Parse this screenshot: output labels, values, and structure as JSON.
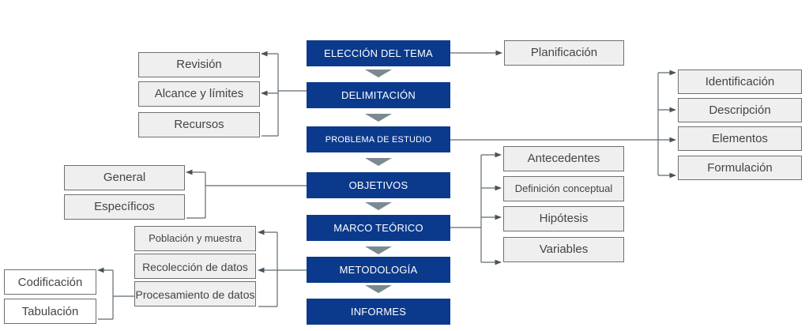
{
  "title": "Proceso de investigación",
  "colors": {
    "main_box": "#0b3a8c",
    "side_box": "#efefef",
    "connector": "#5f6b72",
    "arrow_chevron": "#7a8a92"
  },
  "main_steps": [
    "ELECCIÓN DEL TEMA",
    "DELIMITACIÓN",
    "PROBLEMA DE ESTUDIO",
    "OBJETIVOS",
    "MARCO TEÓRICO",
    "METODOLOGÍA",
    "INFORMES"
  ],
  "eleccion": {
    "right": "Planificación"
  },
  "delimitacion": {
    "left": [
      "Revisión",
      "Alcance y límites",
      "Recursos"
    ]
  },
  "problema": {
    "right": [
      "Identificación",
      "Descripción",
      "Elementos",
      "Formulación"
    ]
  },
  "objetivos": {
    "left": [
      "General",
      "Específicos"
    ]
  },
  "marco": {
    "right": [
      "Antecedentes",
      "Definición conceptual",
      "Hipótesis",
      "Variables"
    ]
  },
  "metodologia": {
    "left": [
      "Población y muestra",
      "Recolección de datos",
      "Procesamiento de datos"
    ],
    "procesamiento": [
      "Codificación",
      "Tabulación"
    ]
  }
}
